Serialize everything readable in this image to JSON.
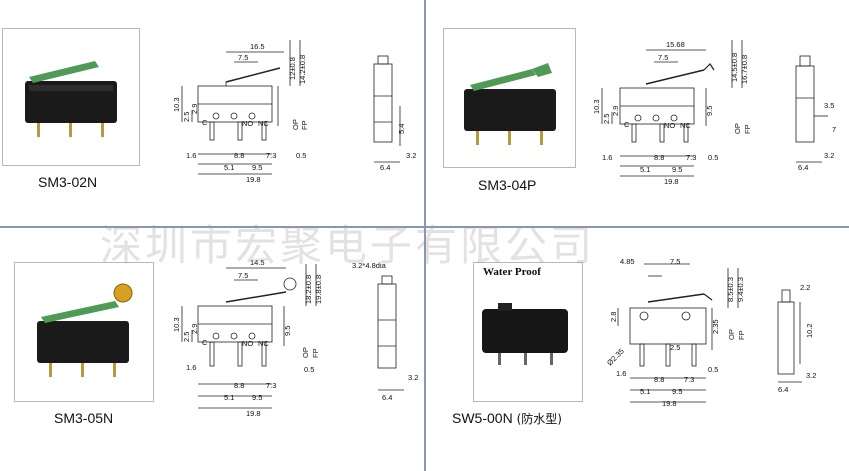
{
  "watermark": "深圳市宏聚电子有限公司",
  "panels": [
    {
      "model": "SM3-02N",
      "dims": {
        "top": "16.5",
        "lever": "7.5",
        "a": "12±0.8",
        "b": "14.2±0.8",
        "h1": "10.3",
        "h2": "2.5",
        "h3": "2.9",
        "l1": "1.6",
        "l2": "8.8",
        "l3": "7.3",
        "l4": "0.5",
        "l5": "5.1",
        "l6": "9.5",
        "total": "19.8",
        "side1": "5.4",
        "side2": "3.2",
        "side3": "6.4",
        "pin_c": "C",
        "pin_no": "NO",
        "pin_nc": "NC",
        "op": "OP",
        "fp": "FP"
      }
    },
    {
      "model": "SM3-04P",
      "dims": {
        "top": "15.68",
        "lever": "7.5",
        "a": "14.5±0.8",
        "b": "16.7±0.8",
        "h1": "10.3",
        "h2": "2.5",
        "h3": "2.9",
        "h4": "9.5",
        "l1": "1.6",
        "l2": "8.8",
        "l3": "7.3",
        "l4": "0.5",
        "l5": "5.1",
        "l6": "9.5",
        "total": "19.8",
        "side1": "3.5",
        "side2": "7",
        "side3": "3.2",
        "side4": "6.4",
        "pin_c": "C",
        "pin_no": "NO",
        "pin_nc": "NC",
        "op": "OP",
        "fp": "FP"
      }
    },
    {
      "model": "SM3-05N",
      "dims": {
        "top": "14.5",
        "lever": "7.5",
        "a": "18.2±0.8",
        "b": "19.8±0.8",
        "roller": "3.2*4.8dia",
        "h1": "10.3",
        "h2": "2.5",
        "h3": "2.9",
        "h4": "9.5",
        "l1": "1.6",
        "l2": "8.8",
        "l3": "7.3",
        "l4": "0.5",
        "l5": "5.1",
        "l6": "9.5",
        "total": "19.8",
        "side1": "3.2",
        "side2": "6.4",
        "pin_c": "C",
        "pin_no": "NO",
        "pin_nc": "NC",
        "op": "OP",
        "fp": "FP"
      }
    },
    {
      "model": "SW5-00N",
      "model_suffix": "(防水型)",
      "label": "Water Proof",
      "dims": {
        "top1": "4.85",
        "top2": "7.5",
        "a": "8.5±0.3",
        "b": "9.4±0.3",
        "h1": "2.8",
        "h2": "2.35",
        "h3": "2.5",
        "hole": "Ø2.35",
        "l1": "1.6",
        "l2": "8.8",
        "l3": "7.3",
        "l4": "0.5",
        "l5": "5.1",
        "l6": "9.5",
        "total": "19.8",
        "side1": "2.2",
        "side2": "10.2",
        "side3": "3.2",
        "side4": "6.4",
        "op": "OP",
        "fp": "FP"
      }
    }
  ]
}
